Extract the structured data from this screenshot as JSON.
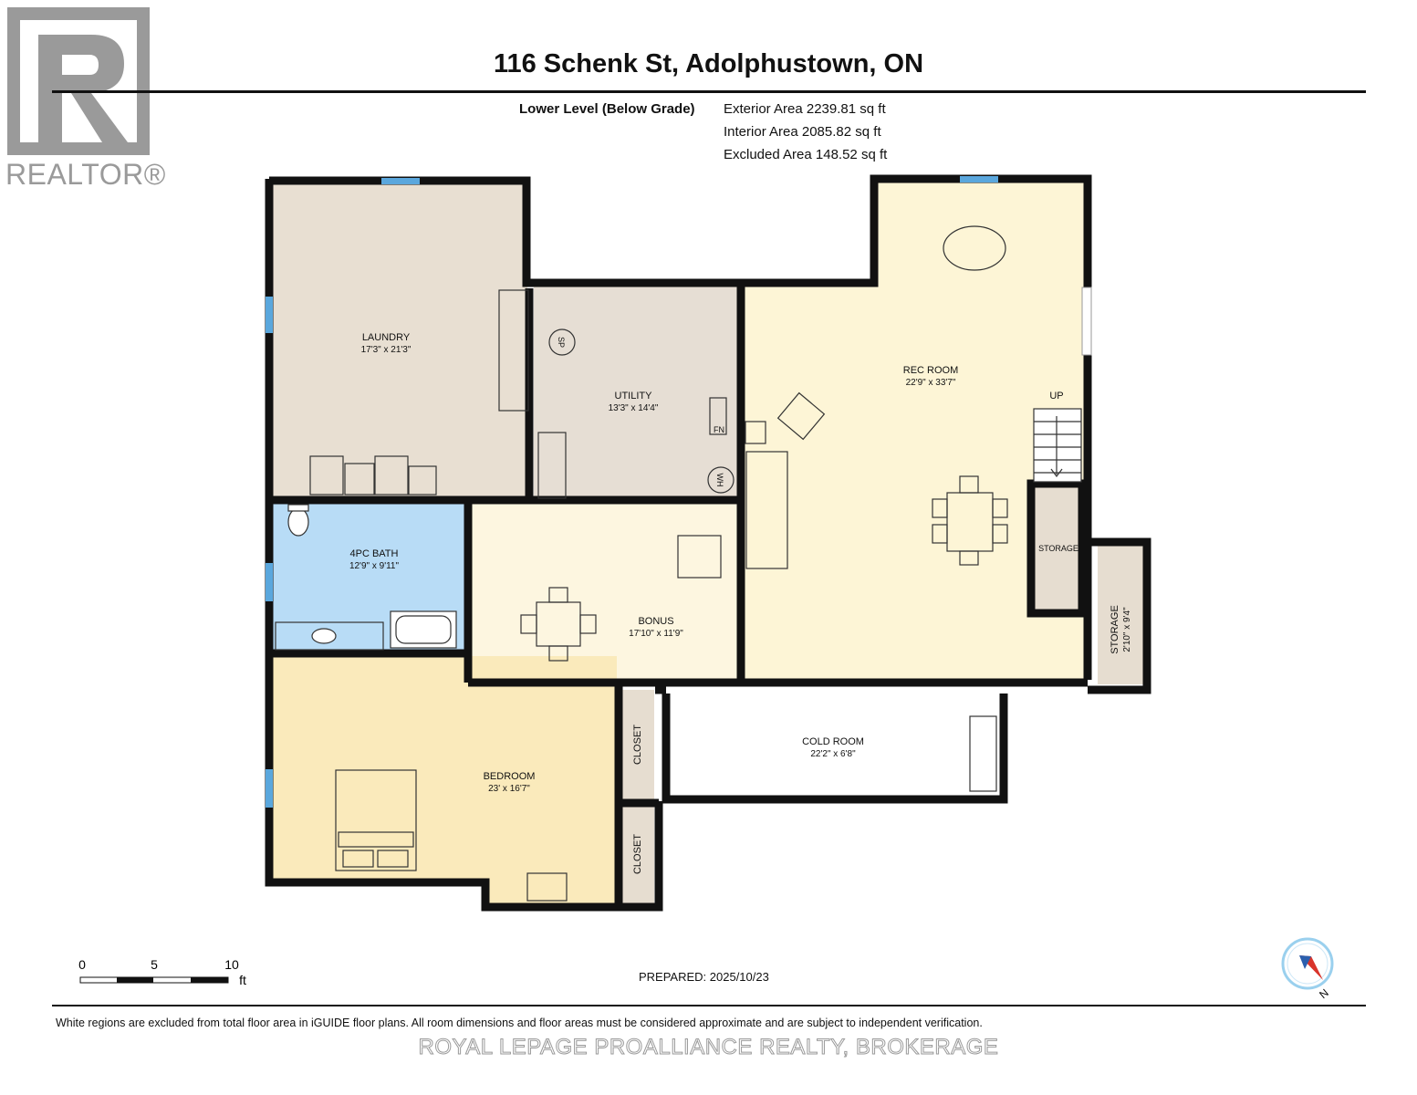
{
  "title": "116 Schenk St, Adolphustown, ON",
  "level": "Lower Level (Below Grade)",
  "areas": {
    "exterior": "Exterior Area 2239.81 sq ft",
    "interior": "Interior Area 2085.82 sq ft",
    "excluded": "Excluded Area 148.52 sq ft"
  },
  "rooms": {
    "laundry": {
      "name": "LAUNDRY",
      "dim": "17'3\" x 21'3\""
    },
    "utility": {
      "name": "UTILITY",
      "dim": "13'3\" x 14'4\""
    },
    "rec_room": {
      "name": "REC ROOM",
      "dim": "22'9\" x 33'7\""
    },
    "bath": {
      "name": "4PC BATH",
      "dim": "12'9\" x 9'11\""
    },
    "bonus": {
      "name": "BONUS",
      "dim": "17'10\" x 11'9\""
    },
    "storage_small": {
      "name": "STORAGE"
    },
    "storage_side": {
      "name": "STORAGE",
      "dim": "2'10\" x 9'4\""
    },
    "cold_room": {
      "name": "COLD ROOM",
      "dim": "22'2\" x 6'8\""
    },
    "bedroom": {
      "name": "BEDROOM",
      "dim": "23' x 16'7\""
    },
    "closet_1": {
      "name": "CLOSET"
    },
    "closet_2": {
      "name": "CLOSET"
    }
  },
  "fixtures": {
    "up": "UP",
    "sp": "SP",
    "fn": "FN",
    "wh": "WH"
  },
  "scale": {
    "labels": [
      "0",
      "5",
      "10"
    ],
    "unit": "ft"
  },
  "compass": {
    "label": "N",
    "icon": "compass-icon"
  },
  "prepared": "PREPARED: 2025/10/23",
  "disclaimer": "White regions are excluded from total floor area in iGUIDE floor plans. All room dimensions and floor areas must be considered approximate and are subject to independent verification.",
  "brokerage": "ROYAL LEPAGE PROALLIANCE REALTY, BROKERAGE",
  "logo": {
    "text": "REALTOR®",
    "icon": "realtor-r-logo-icon"
  },
  "colors": {
    "laundry": "#e8dfd2",
    "utility": "#e6ded4",
    "rec": "#fdf5d6",
    "bath": "#b8dcf6",
    "bonus": "#fdf6e0",
    "bedroom": "#faeabb",
    "storage": "#e6ddd0",
    "wall": "#111111",
    "window": "#5aa7dd",
    "logo": "#9a9a9a"
  }
}
